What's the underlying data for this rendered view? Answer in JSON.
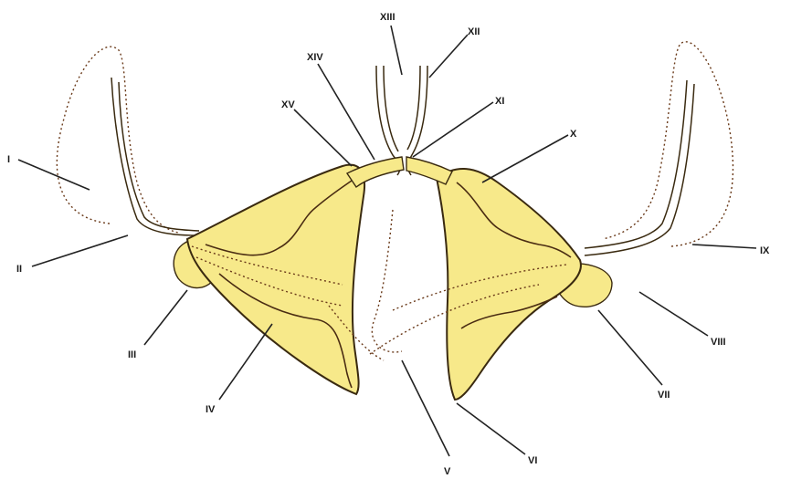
{
  "labels": {
    "I": "I",
    "II": "II",
    "III": "III",
    "IV": "IV",
    "V": "V",
    "VI": "VI",
    "VII": "VII",
    "VIII": "VIII",
    "IX": "IX",
    "X": "X",
    "XI": "XI",
    "XII": "XII",
    "XIII": "XIII",
    "XIV": "XIV",
    "XV": "XV"
  },
  "colors": {
    "lobe_fill": "#f7e98a",
    "outline": "#3a2a10",
    "dotted": "#6a3a1a"
  }
}
